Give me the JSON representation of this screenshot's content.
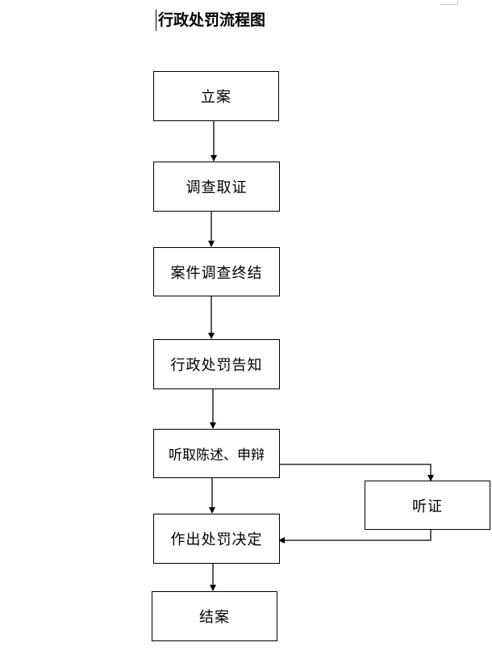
{
  "document": {
    "title": "行政处罚流程图"
  },
  "flow": {
    "steps": [
      {
        "id": "filing",
        "label": "立案"
      },
      {
        "id": "investigation",
        "label": "调查取证"
      },
      {
        "id": "case-conclusion",
        "label": "案件调查终结"
      },
      {
        "id": "penalty-notice",
        "label": "行政处罚告知"
      },
      {
        "id": "statement-defense",
        "label": "听取陈述、申辩"
      },
      {
        "id": "decision",
        "label": "作出处罚决定"
      },
      {
        "id": "closure",
        "label": "结案"
      }
    ],
    "side_step": {
      "id": "hearing",
      "label": "听证"
    }
  }
}
